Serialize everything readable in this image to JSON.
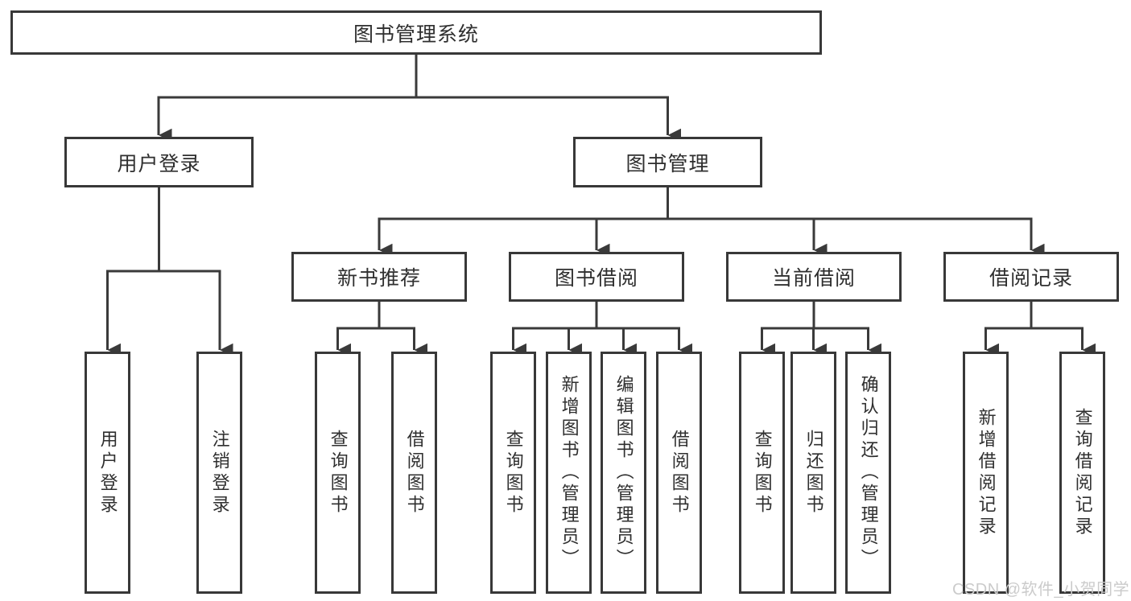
{
  "page": {
    "background": "#ffffff"
  },
  "colors": {
    "line": "#3a3a3a",
    "arrow": "#3a3a3a",
    "box_border": "#383838",
    "box_fill": "#ffffff",
    "text": "#2f2f2f",
    "watermark": "#cbcbcb"
  },
  "tree": {
    "label": "图书管理系统",
    "children": [
      {
        "label": "用户登录",
        "children": [
          {
            "label": "用户登录"
          },
          {
            "label": "注销登录"
          }
        ]
      },
      {
        "label": "图书管理",
        "children": [
          {
            "label": "新书推荐",
            "children": [
              {
                "label": "查询图书"
              },
              {
                "label": "借阅图书"
              }
            ]
          },
          {
            "label": "图书借阅",
            "children": [
              {
                "label": "查询图书"
              },
              {
                "label": "新增图书（管理员）"
              },
              {
                "label": "编辑图书（管理员）"
              },
              {
                "label": "借阅图书"
              }
            ]
          },
          {
            "label": "当前借阅",
            "children": [
              {
                "label": "查询图书"
              },
              {
                "label": "归还图书"
              },
              {
                "label": "确认归还（管理员）"
              }
            ]
          },
          {
            "label": "借阅记录",
            "children": [
              {
                "label": "新增借阅记录"
              },
              {
                "label": "查询借阅记录"
              }
            ]
          }
        ]
      }
    ]
  },
  "watermark": {
    "text": "CSDN @软件_小贺同学"
  }
}
